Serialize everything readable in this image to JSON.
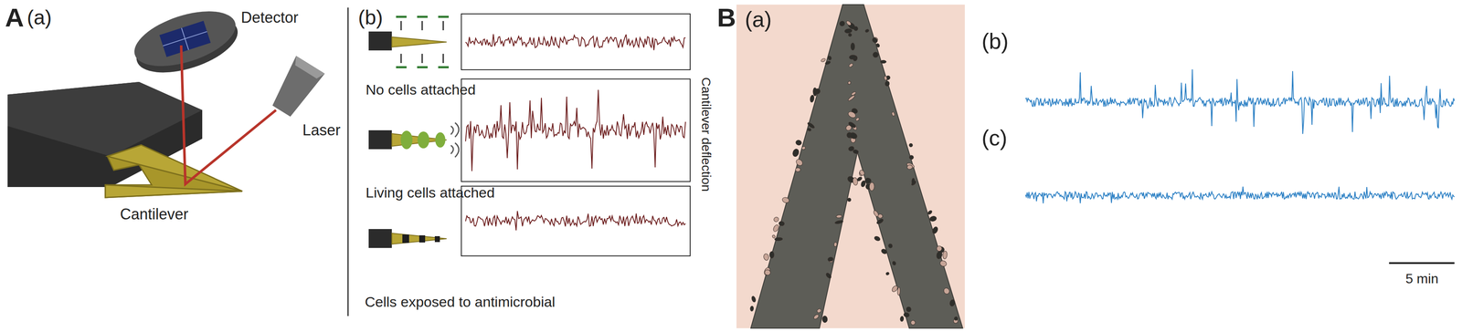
{
  "diagram": {
    "labels": [
      "A",
      "(a)",
      "Detector",
      "Laser",
      "Cantilever",
      "(b)",
      "No cells attached",
      "Living cells attached",
      "Cells exposed to antimicrobial",
      "Cantilever deflection",
      "B",
      "(a)",
      "(b)",
      "(c)",
      "5 min"
    ]
  }
}
